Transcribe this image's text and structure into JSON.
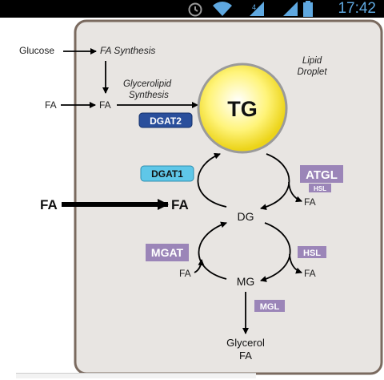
{
  "status_bar": {
    "time": "17:42",
    "icons": [
      "alarm-icon",
      "wifi-icon",
      "signal-icon",
      "signal-icon",
      "battery-icon"
    ],
    "time_color": "#5fa8e0"
  },
  "diagram": {
    "colors": {
      "cell_fill": "#e8e5e2",
      "cell_border": "#7a6a5f",
      "droplet_fill": "#fff36a",
      "dgat2": "#2a4f9c",
      "dgat1": "#5fc7e8",
      "purple": "#9b85b8"
    },
    "labels": {
      "glucose": "Glucose",
      "fa_synthesis": "FA Synthesis",
      "fa_left_small": "FA",
      "fa_mid_small": "FA",
      "glycerolipid_line1": "Glycerolipid",
      "glycerolipid_line2": "Synthesis",
      "lipid_line1": "Lipid",
      "lipid_line2": "Droplet",
      "tg": "TG",
      "fa_big_left": "FA",
      "fa_big_right": "FA",
      "dg": "DG",
      "mg": "MG",
      "fa_right_top": "FA",
      "fa_left_bottom": "FA",
      "fa_right_bottom": "FA",
      "glycerol": "Glycerol",
      "fa_bottom": "FA"
    },
    "enzymes": {
      "dgat2": "DGAT2",
      "dgat1": "DGAT1",
      "atgl": "ATGL",
      "hsl_small": "HSL",
      "mgat": "MGAT",
      "hsl": "HSL",
      "mgl": "MGL"
    }
  }
}
